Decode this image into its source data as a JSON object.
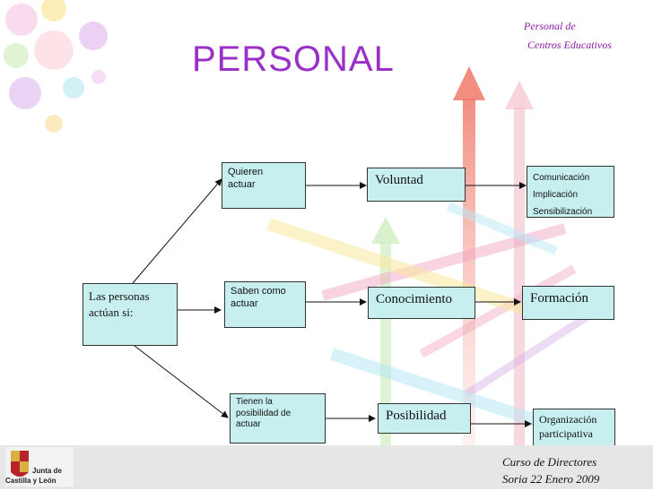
{
  "title": "PERSONAL",
  "header_note": {
    "line1": "Personal de",
    "line2": "Centros Educativos"
  },
  "root": {
    "line1": "Las personas",
    "line2": "actúan si:"
  },
  "branches": [
    {
      "condition": {
        "lines": [
          "Quieren",
          "actuar"
        ]
      },
      "concept": "Voluntad",
      "result": {
        "lines": [
          "Comunicación",
          "Implicación",
          "Sensibilización"
        ]
      }
    },
    {
      "condition": {
        "lines": [
          "Saben como",
          "actuar"
        ]
      },
      "concept": "Conocimiento",
      "result": {
        "lines": [
          "Formación"
        ]
      }
    },
    {
      "condition": {
        "lines": [
          "Tienen la",
          "posibilidad de",
          "actuar"
        ]
      },
      "concept": "Posibilidad",
      "result": {
        "lines": [
          "Organización",
          "participativa"
        ]
      }
    }
  ],
  "footer": {
    "logo_line1": "Junta de",
    "logo_line2": "Castilla y León",
    "line1": "Curso de Directores",
    "line2": "Soria 22 Enero 2009"
  },
  "colors": {
    "title": "#9b30c8",
    "box_fill": "#c8efef",
    "footer_bg": "#e6e6e6"
  }
}
